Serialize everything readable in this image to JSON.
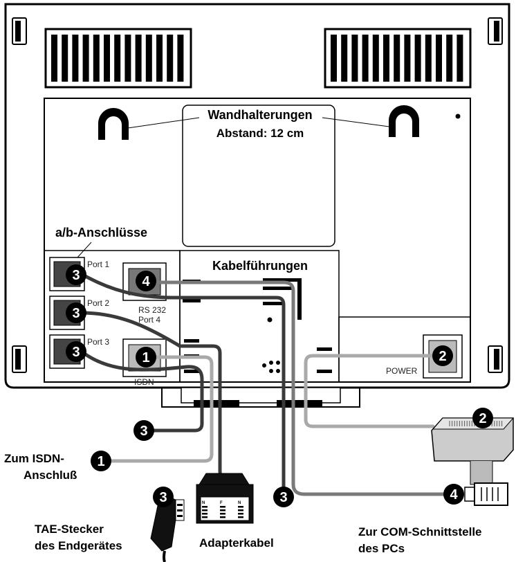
{
  "labels": {
    "wandhalterungen": "Wandhalterungen",
    "abstand": "Abstand: 12 cm",
    "ab_anschluesse": "a/b-Anschlüsse",
    "kabelfuehrungen": "Kabelführungen",
    "zum_isdn_1": "Zum ISDN-",
    "zum_isdn_2": "Anschluß",
    "tae_1": "TAE-Stecker",
    "tae_2": "des Endgerätes",
    "adapterkabel": "Adapterkabel",
    "com_1": "Zur COM-Schnittstelle",
    "com_2": "des PCs"
  },
  "ports": {
    "port1": "Port 1",
    "port2": "Port 2",
    "port3": "Port 3",
    "rs232": "RS 232",
    "port4": "Port 4",
    "isdn": "ISDN",
    "power": "POWER"
  },
  "markers": {
    "one": "1",
    "two": "2",
    "three": "3",
    "four": "4"
  },
  "adapter_letters": {
    "n1": "N",
    "f": "F",
    "n2": "N"
  },
  "colors": {
    "line": "#000000",
    "panel": "#ffffff",
    "cable_dark": "#3a3a3a",
    "cable_mid": "#6e6e6e",
    "cable_light": "#a9a9a9",
    "connector_fill": "#bdbdbd"
  }
}
